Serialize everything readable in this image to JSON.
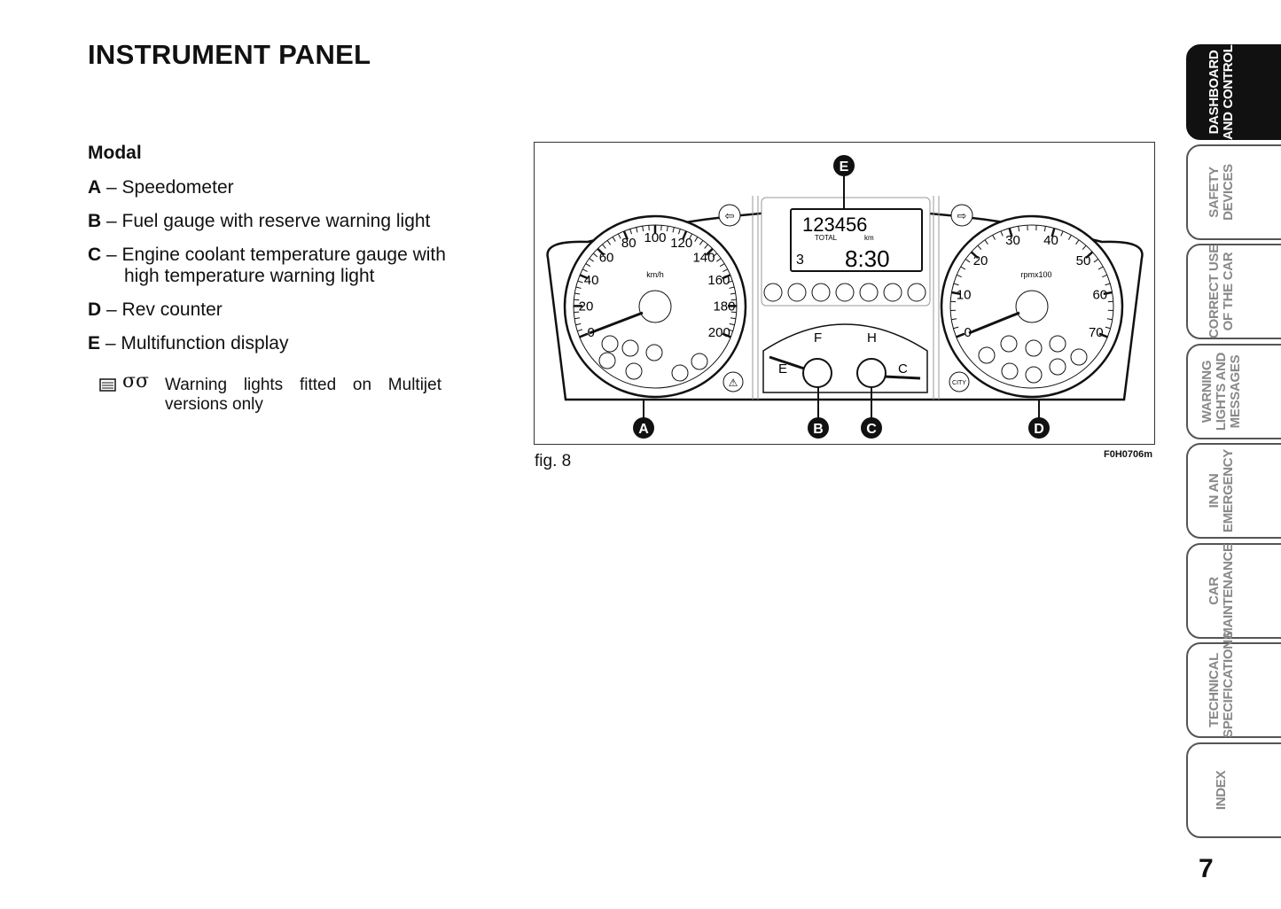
{
  "title": "INSTRUMENT PANEL",
  "subtitle": "Modal",
  "items": [
    {
      "letter": "A",
      "text": "– Speedometer"
    },
    {
      "letter": "B",
      "text": "– Fuel gauge with reserve warning light"
    },
    {
      "letter": "C",
      "text": "– Engine coolant temperature gauge with",
      "text2": "high temperature warning light"
    },
    {
      "letter": "D",
      "text": "– Rev counter"
    },
    {
      "letter": "E",
      "text": "– Multifunction display"
    }
  ],
  "note": {
    "icon": "glow-plug-icon",
    "symbol": "σσ",
    "text": "Warning lights fitted on Multijet versions only"
  },
  "figure": {
    "caption": "fig. 8",
    "code": "F0H0706m",
    "speedo": {
      "labels": [
        "0",
        "20",
        "40",
        "60",
        "80",
        "100",
        "120",
        "140",
        "160",
        "180",
        "200"
      ],
      "unit": "km/h"
    },
    "tacho": {
      "labels": [
        "0",
        "10",
        "20",
        "30",
        "40",
        "50",
        "60",
        "70"
      ],
      "unit": "rpmx100"
    },
    "display": {
      "odometer": "123456",
      "total": "TOTAL",
      "km": "km",
      "gear": "3",
      "time": "8:30"
    },
    "fuel": {
      "f": "F",
      "e": "E"
    },
    "temp": {
      "h": "H",
      "c": "C"
    },
    "city": "CITY",
    "callouts": [
      "A",
      "B",
      "C",
      "D",
      "E"
    ]
  },
  "tabs": [
    {
      "label": "DASHBOARD\nAND CONTROLS",
      "active": true
    },
    {
      "label": "SAFETY\nDEVICES"
    },
    {
      "label": "CORRECT USE\nOF THE CAR"
    },
    {
      "label": "WARNING\nLIGHTS AND\nMESSAGES"
    },
    {
      "label": "IN AN\nEMERGENCY"
    },
    {
      "label": "CAR\nMAINTENANCE"
    },
    {
      "label": "TECHNICAL\nSPECIFICATIONS"
    },
    {
      "label": "INDEX"
    }
  ],
  "page_number": "7"
}
